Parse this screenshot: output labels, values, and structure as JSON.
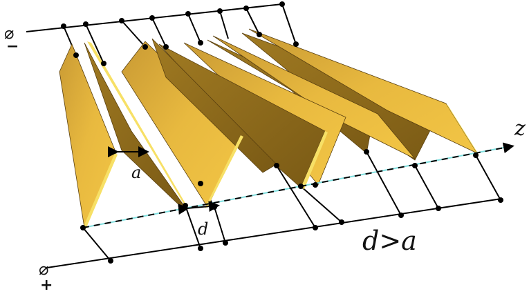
{
  "labels": {
    "axis_z": "z",
    "gap_a": "a",
    "gap_d": "d",
    "condition": "d>a",
    "terminal_negative_symbol": "⌀",
    "terminal_negative_sign": "−",
    "terminal_positive_symbol": "⌀",
    "terminal_positive_sign": "+"
  },
  "colors": {
    "plate_light": "#f0c040",
    "plate_mid": "#d4a536",
    "plate_dark": "#8e6b1e",
    "plate_edge": "#f7e066",
    "wire": "#000000",
    "axis_dash": "#7fe0e0"
  }
}
